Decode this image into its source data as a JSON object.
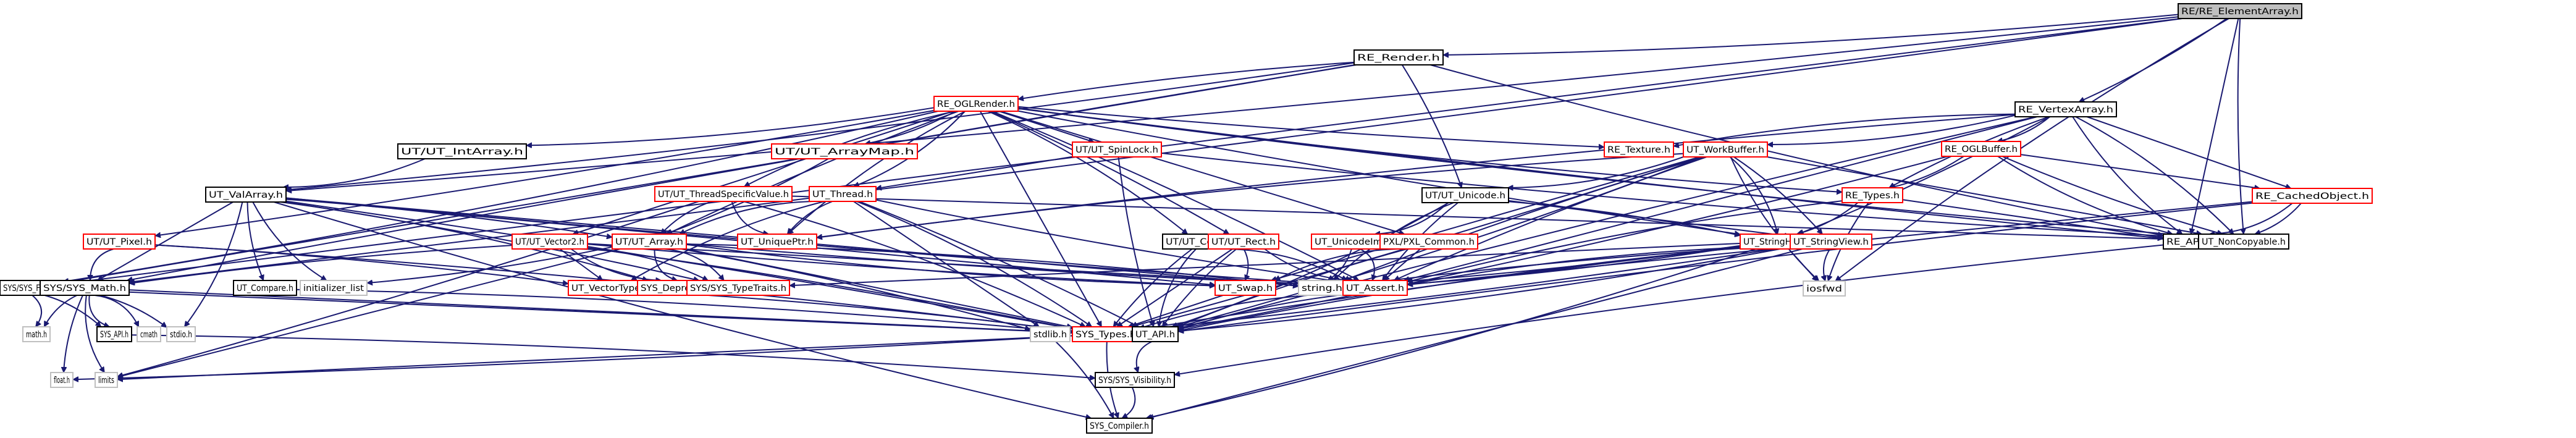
{
  "graph": {
    "title": "RE/RE_ElementArray.h",
    "colors": {
      "edge": "#191970",
      "root_fill": "#bfbfbf",
      "documented_border": "#000000",
      "truncated_border": "#ff0000",
      "external_border": "#bfbfbf"
    },
    "nodes": [
      {
        "id": "elementarray",
        "label": "RE/RE_ElementArray.h",
        "kind": "root"
      },
      {
        "id": "render",
        "label": "RE_Render.h",
        "kind": "black"
      },
      {
        "id": "vertexarray",
        "label": "RE_VertexArray.h",
        "kind": "black"
      },
      {
        "id": "oglrender",
        "label": "RE_OGLRender.h",
        "kind": "red"
      },
      {
        "id": "intarray",
        "label": "UT/UT_IntArray.h",
        "kind": "black"
      },
      {
        "id": "arraymap",
        "label": "UT/UT_ArrayMap.h",
        "kind": "red"
      },
      {
        "id": "spinlock",
        "label": "UT/UT_SpinLock.h",
        "kind": "red"
      },
      {
        "id": "texture",
        "label": "RE_Texture.h",
        "kind": "red"
      },
      {
        "id": "workbuffer",
        "label": "UT_WorkBuffer.h",
        "kind": "red"
      },
      {
        "id": "oglbuffer",
        "label": "RE_OGLBuffer.h",
        "kind": "red"
      },
      {
        "id": "valarray",
        "label": "UT_ValArray.h",
        "kind": "black"
      },
      {
        "id": "threadspecific",
        "label": "UT/UT_ThreadSpecificValue.h",
        "kind": "red"
      },
      {
        "id": "thread",
        "label": "UT_Thread.h",
        "kind": "red"
      },
      {
        "id": "unicode",
        "label": "UT/UT_Unicode.h",
        "kind": "black"
      },
      {
        "id": "retypes",
        "label": "RE_Types.h",
        "kind": "red"
      },
      {
        "id": "cachedobject",
        "label": "RE_CachedObject.h",
        "kind": "red"
      },
      {
        "id": "pixel",
        "label": "UT/UT_Pixel.h",
        "kind": "red"
      },
      {
        "id": "vector2",
        "label": "UT/UT_Vector2.h",
        "kind": "red"
      },
      {
        "id": "utarray",
        "label": "UT/UT_Array.h",
        "kind": "red"
      },
      {
        "id": "uniqueptr",
        "label": "UT_UniquePtr.h",
        "kind": "red"
      },
      {
        "id": "color",
        "label": "UT/UT_Color.h",
        "kind": "black"
      },
      {
        "id": "rect",
        "label": "UT/UT_Rect.h",
        "kind": "red"
      },
      {
        "id": "unicodeimpl",
        "label": "UT_UnicodeImpl.h",
        "kind": "red"
      },
      {
        "id": "pxlcommon",
        "label": "PXL/PXL_Common.h",
        "kind": "red"
      },
      {
        "id": "stringholder",
        "label": "UT_StringHolder.h",
        "kind": "red"
      },
      {
        "id": "stringview",
        "label": "UT_StringView.h",
        "kind": "red"
      },
      {
        "id": "reapi",
        "label": "RE_API.h",
        "kind": "black"
      },
      {
        "id": "noncopyable",
        "label": "UT_NonCopyable.h",
        "kind": "black"
      },
      {
        "id": "sysfloor",
        "label": "SYS/SYS_Floor.h",
        "kind": "black"
      },
      {
        "id": "sysmath",
        "label": "SYS/SYS_Math.h",
        "kind": "black"
      },
      {
        "id": "compare",
        "label": "UT_Compare.h",
        "kind": "black"
      },
      {
        "id": "initlist",
        "label": "initializer_list",
        "kind": "gray"
      },
      {
        "id": "vectortypes",
        "label": "UT_VectorTypes.h",
        "kind": "red"
      },
      {
        "id": "deprecated",
        "label": "SYS_Deprecated.h",
        "kind": "red"
      },
      {
        "id": "typetraits",
        "label": "SYS/SYS_TypeTraits.h",
        "kind": "red"
      },
      {
        "id": "swap",
        "label": "UT_Swap.h",
        "kind": "red"
      },
      {
        "id": "stringh",
        "label": "string.h",
        "kind": "gray"
      },
      {
        "id": "assert",
        "label": "UT_Assert.h",
        "kind": "red"
      },
      {
        "id": "iosfwd",
        "label": "iosfwd",
        "kind": "gray"
      },
      {
        "id": "mathh",
        "label": "math.h",
        "kind": "gray"
      },
      {
        "id": "sysapi",
        "label": "SYS_API.h",
        "kind": "black"
      },
      {
        "id": "cmath",
        "label": "cmath",
        "kind": "gray"
      },
      {
        "id": "stdioh",
        "label": "stdio.h",
        "kind": "gray"
      },
      {
        "id": "stdlibh",
        "label": "stdlib.h",
        "kind": "gray"
      },
      {
        "id": "systypes",
        "label": "SYS_Types.h",
        "kind": "red"
      },
      {
        "id": "utapi",
        "label": "UT_API.h",
        "kind": "black"
      },
      {
        "id": "floath",
        "label": "float.h",
        "kind": "gray"
      },
      {
        "id": "limits",
        "label": "limits",
        "kind": "gray"
      },
      {
        "id": "visibility",
        "label": "SYS/SYS_Visibility.h",
        "kind": "black"
      },
      {
        "id": "compiler",
        "label": "SYS_Compiler.h",
        "kind": "black"
      }
    ],
    "edges": [
      [
        "elementarray",
        "render"
      ],
      [
        "elementarray",
        "vertexarray"
      ],
      [
        "elementarray",
        "reapi"
      ],
      [
        "elementarray",
        "noncopyable"
      ],
      [
        "elementarray",
        "iosfwd"
      ],
      [
        "elementarray",
        "valarray"
      ],
      [
        "elementarray",
        "sysmath"
      ],
      [
        "elementarray",
        "sysfloor"
      ],
      [
        "render",
        "oglrender"
      ],
      [
        "render",
        "reapi"
      ],
      [
        "render",
        "valarray"
      ],
      [
        "render",
        "unicode"
      ],
      [
        "render",
        "sysfloor"
      ],
      [
        "render",
        "sysmath"
      ],
      [
        "vertexarray",
        "texture"
      ],
      [
        "vertexarray",
        "workbuffer"
      ],
      [
        "vertexarray",
        "oglbuffer"
      ],
      [
        "vertexarray",
        "cachedobject"
      ],
      [
        "vertexarray",
        "retypes"
      ],
      [
        "vertexarray",
        "reapi"
      ],
      [
        "vertexarray",
        "noncopyable"
      ],
      [
        "vertexarray",
        "stringholder"
      ],
      [
        "vertexarray",
        "assert"
      ],
      [
        "vertexarray",
        "utapi"
      ],
      [
        "vertexarray",
        "uniqueptr"
      ],
      [
        "oglrender",
        "intarray"
      ],
      [
        "oglrender",
        "arraymap"
      ],
      [
        "oglrender",
        "spinlock"
      ],
      [
        "oglrender",
        "texture"
      ],
      [
        "oglrender",
        "threadspecific"
      ],
      [
        "oglrender",
        "thread"
      ],
      [
        "oglrender",
        "pixel"
      ],
      [
        "oglrender",
        "vector2"
      ],
      [
        "oglrender",
        "utarray"
      ],
      [
        "oglrender",
        "uniqueptr"
      ],
      [
        "oglrender",
        "color"
      ],
      [
        "oglrender",
        "rect"
      ],
      [
        "oglrender",
        "pxlcommon"
      ],
      [
        "oglrender",
        "reapi"
      ],
      [
        "oglrender",
        "noncopyable"
      ],
      [
        "oglrender",
        "sysfloor"
      ],
      [
        "oglrender",
        "assert"
      ],
      [
        "oglrender",
        "systypes"
      ],
      [
        "oglrender",
        "stringholder"
      ],
      [
        "oglrender",
        "retypes"
      ],
      [
        "intarray",
        "valarray"
      ],
      [
        "arraymap",
        "utarray"
      ],
      [
        "spinlock",
        "thread"
      ],
      [
        "spinlock",
        "utapi"
      ],
      [
        "spinlock",
        "noncopyable"
      ],
      [
        "workbuffer",
        "stringholder"
      ],
      [
        "workbuffer",
        "stringview"
      ],
      [
        "workbuffer",
        "swap"
      ],
      [
        "workbuffer",
        "assert"
      ],
      [
        "workbuffer",
        "iosfwd"
      ],
      [
        "workbuffer",
        "utapi"
      ],
      [
        "workbuffer",
        "systypes"
      ],
      [
        "workbuffer",
        "noncopyable"
      ],
      [
        "workbuffer",
        "stringh"
      ],
      [
        "workbuffer",
        "uniqueptr"
      ],
      [
        "workbuffer",
        "unicode"
      ],
      [
        "oglbuffer",
        "retypes"
      ],
      [
        "oglbuffer",
        "cachedobject"
      ],
      [
        "oglbuffer",
        "noncopyable"
      ],
      [
        "oglbuffer",
        "reapi"
      ],
      [
        "oglbuffer",
        "utapi"
      ],
      [
        "valarray",
        "utarray"
      ],
      [
        "valarray",
        "sysmath"
      ],
      [
        "valarray",
        "compare"
      ],
      [
        "valarray",
        "initlist"
      ],
      [
        "valarray",
        "stdioh"
      ],
      [
        "valarray",
        "systypes"
      ],
      [
        "valarray",
        "swap"
      ],
      [
        "valarray",
        "assert"
      ],
      [
        "valarray",
        "compiler"
      ],
      [
        "valarray",
        "deprecated"
      ],
      [
        "valarray",
        "typetraits"
      ],
      [
        "valarray",
        "stringh"
      ],
      [
        "threadspecific",
        "utarray"
      ],
      [
        "threadspecific",
        "uniqueptr"
      ],
      [
        "threadspecific",
        "systypes"
      ],
      [
        "threadspecific",
        "limits"
      ],
      [
        "threadspecific",
        "noncopyable"
      ],
      [
        "thread",
        "uniqueptr"
      ],
      [
        "thread",
        "utarray"
      ],
      [
        "thread",
        "systypes"
      ],
      [
        "thread",
        "utapi"
      ],
      [
        "thread",
        "stdlibh"
      ],
      [
        "thread",
        "assert"
      ],
      [
        "thread",
        "vectortypes"
      ],
      [
        "unicode",
        "unicodeimpl"
      ],
      [
        "unicode",
        "stringholder"
      ],
      [
        "unicode",
        "stringview"
      ],
      [
        "unicode",
        "assert"
      ],
      [
        "unicode",
        "stringh"
      ],
      [
        "unicode",
        "utapi"
      ],
      [
        "retypes",
        "stringholder"
      ],
      [
        "retypes",
        "reapi"
      ],
      [
        "retypes",
        "iosfwd"
      ],
      [
        "retypes",
        "assert"
      ],
      [
        "cachedobject",
        "reapi"
      ],
      [
        "cachedobject",
        "noncopyable"
      ],
      [
        "cachedobject",
        "assert"
      ],
      [
        "cachedobject",
        "utapi"
      ],
      [
        "pixel",
        "sysmath"
      ],
      [
        "pixel",
        "systypes"
      ],
      [
        "pixel",
        "vectortypes"
      ],
      [
        "vector2",
        "vectortypes"
      ],
      [
        "vector2",
        "sysmath"
      ],
      [
        "vector2",
        "deprecated"
      ],
      [
        "vector2",
        "typetraits"
      ],
      [
        "vector2",
        "systypes"
      ],
      [
        "vector2",
        "assert"
      ],
      [
        "vector2",
        "swap"
      ],
      [
        "utarray",
        "deprecated"
      ],
      [
        "utarray",
        "typetraits"
      ],
      [
        "utarray",
        "initlist"
      ],
      [
        "utarray",
        "systypes"
      ],
      [
        "utarray",
        "assert"
      ],
      [
        "utarray",
        "swap"
      ],
      [
        "utarray",
        "stringh"
      ],
      [
        "utarray",
        "stdlibh"
      ],
      [
        "utarray",
        "limits"
      ],
      [
        "color",
        "systypes"
      ],
      [
        "color",
        "utapi"
      ],
      [
        "color",
        "assert"
      ],
      [
        "rect",
        "swap"
      ],
      [
        "rect",
        "systypes"
      ],
      [
        "rect",
        "utapi"
      ],
      [
        "rect",
        "assert"
      ],
      [
        "unicodeimpl",
        "assert"
      ],
      [
        "unicodeimpl",
        "stringh"
      ],
      [
        "pxlcommon",
        "assert"
      ],
      [
        "pxlcommon",
        "utapi"
      ],
      [
        "pxlcommon",
        "swap"
      ],
      [
        "stringholder",
        "stringview"
      ],
      [
        "stringholder",
        "assert"
      ],
      [
        "stringholder",
        "iosfwd"
      ],
      [
        "stringholder",
        "systypes"
      ],
      [
        "stringholder",
        "utapi"
      ],
      [
        "stringholder",
        "compiler"
      ],
      [
        "stringholder",
        "stringh"
      ],
      [
        "stringholder",
        "typetraits"
      ],
      [
        "stringview",
        "iosfwd"
      ],
      [
        "stringview",
        "assert"
      ],
      [
        "stringview",
        "utapi"
      ],
      [
        "stringview",
        "systypes"
      ],
      [
        "stringview",
        "compiler"
      ],
      [
        "stringview",
        "stringh"
      ],
      [
        "reapi",
        "visibility"
      ],
      [
        "sysfloor",
        "mathh"
      ],
      [
        "sysfloor",
        "sysapi"
      ],
      [
        "sysfloor",
        "systypes"
      ],
      [
        "sysmath",
        "mathh"
      ],
      [
        "sysmath",
        "sysapi"
      ],
      [
        "sysmath",
        "cmath"
      ],
      [
        "sysmath",
        "stdioh"
      ],
      [
        "sysmath",
        "systypes"
      ],
      [
        "sysmath",
        "floath"
      ],
      [
        "sysmath",
        "limits"
      ],
      [
        "compare",
        "systypes"
      ],
      [
        "vectortypes",
        "systypes"
      ],
      [
        "swap",
        "systypes"
      ],
      [
        "assert",
        "utapi"
      ],
      [
        "assert",
        "systypes"
      ],
      [
        "sysapi",
        "visibility"
      ],
      [
        "systypes",
        "floath"
      ],
      [
        "systypes",
        "limits"
      ],
      [
        "systypes",
        "compiler"
      ],
      [
        "utapi",
        "visibility"
      ],
      [
        "visibility",
        "compiler"
      ],
      [
        "stdlibh",
        "compiler"
      ]
    ]
  }
}
